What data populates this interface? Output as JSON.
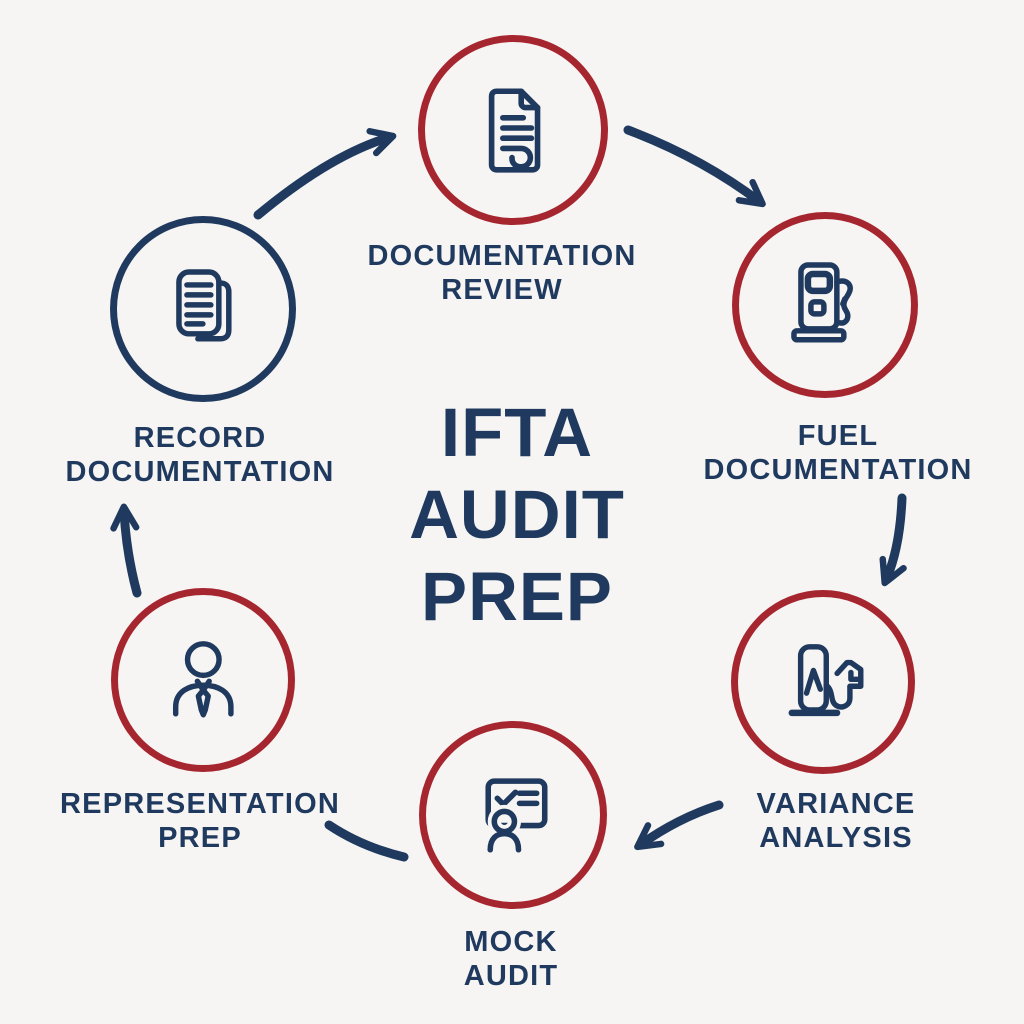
{
  "title": {
    "lines": [
      "IFTA",
      "AUDIT",
      "PREP"
    ]
  },
  "colors": {
    "navy": "#1f3a5e",
    "red": "#a6262f",
    "background": "#f6f5f3"
  },
  "nodes": [
    {
      "id": "documentation-review",
      "label_lines": [
        "DOCUMENTATION",
        "REVIEW"
      ],
      "icon": "document-icon",
      "ring_color": "#a6262f"
    },
    {
      "id": "fuel-documentation",
      "label_lines": [
        "FUEL",
        "DOCUMENTATION"
      ],
      "icon": "fuel-pump-icon",
      "ring_color": "#a6262f"
    },
    {
      "id": "variance-analysis",
      "label_lines": [
        "VARIANCE",
        "ANALYSIS"
      ],
      "icon": "fuel-variance-icon",
      "ring_color": "#a6262f"
    },
    {
      "id": "mock-audit",
      "label_lines": [
        "MOCK",
        "AUDIT"
      ],
      "icon": "presentation-checklist-icon",
      "ring_color": "#a6262f"
    },
    {
      "id": "representation-prep",
      "label_lines": [
        "REPRESENTATION",
        "PREP"
      ],
      "icon": "person-tie-icon",
      "ring_color": "#a6262f"
    },
    {
      "id": "record-documentation",
      "label_lines": [
        "RECORD",
        "DOCUMENTATION"
      ],
      "icon": "stacked-documents-icon",
      "ring_color": "#1f3a5e"
    }
  ],
  "flow": {
    "direction": "clockwise",
    "sequence": [
      "RECORD DOCUMENTATION",
      "DOCUMENTATION REVIEW",
      "FUEL DOCUMENTATION",
      "VARIANCE ANALYSIS",
      "MOCK AUDIT",
      "REPRESENTATION PREP"
    ]
  }
}
